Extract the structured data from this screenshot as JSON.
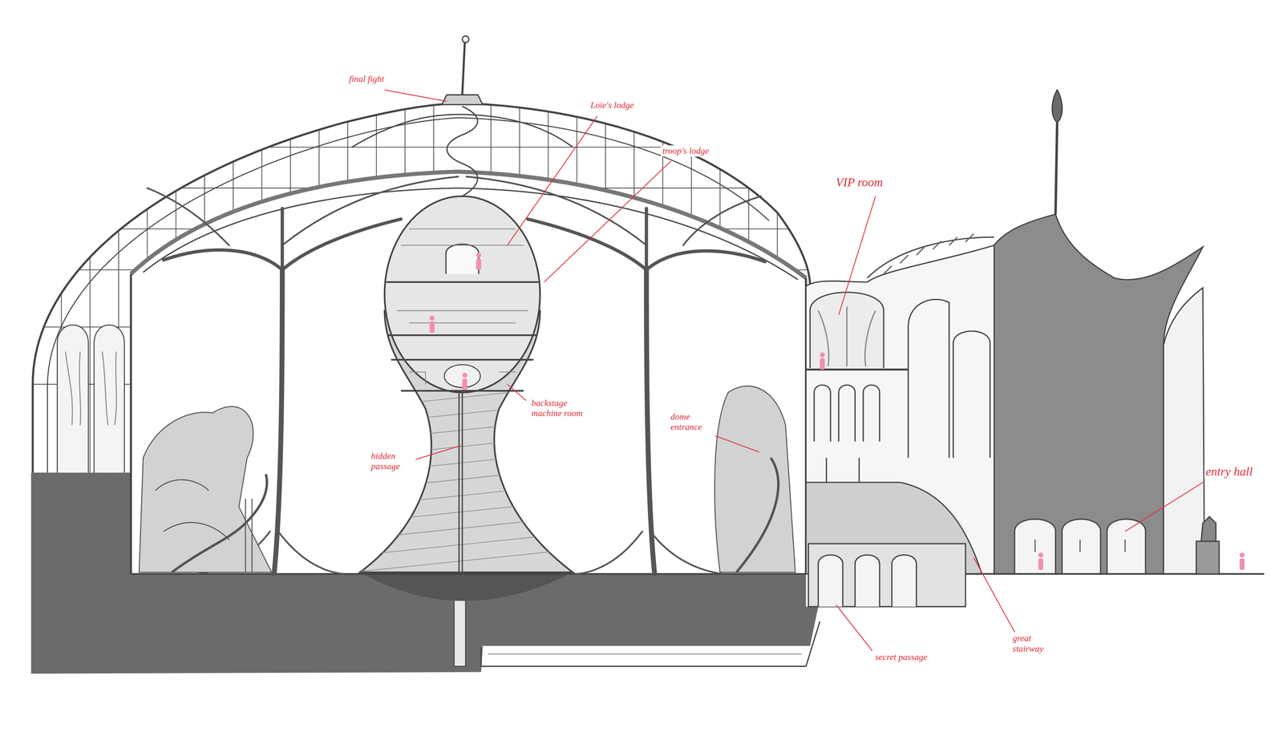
{
  "diagram": {
    "labels": [
      "final fight",
      "Loïe's lodge",
      "troop's lodge",
      "VIP room",
      "backstage machine room",
      "hidden passage",
      "dome entrance",
      "entry hall",
      "secret passage",
      "great stairway"
    ]
  }
}
